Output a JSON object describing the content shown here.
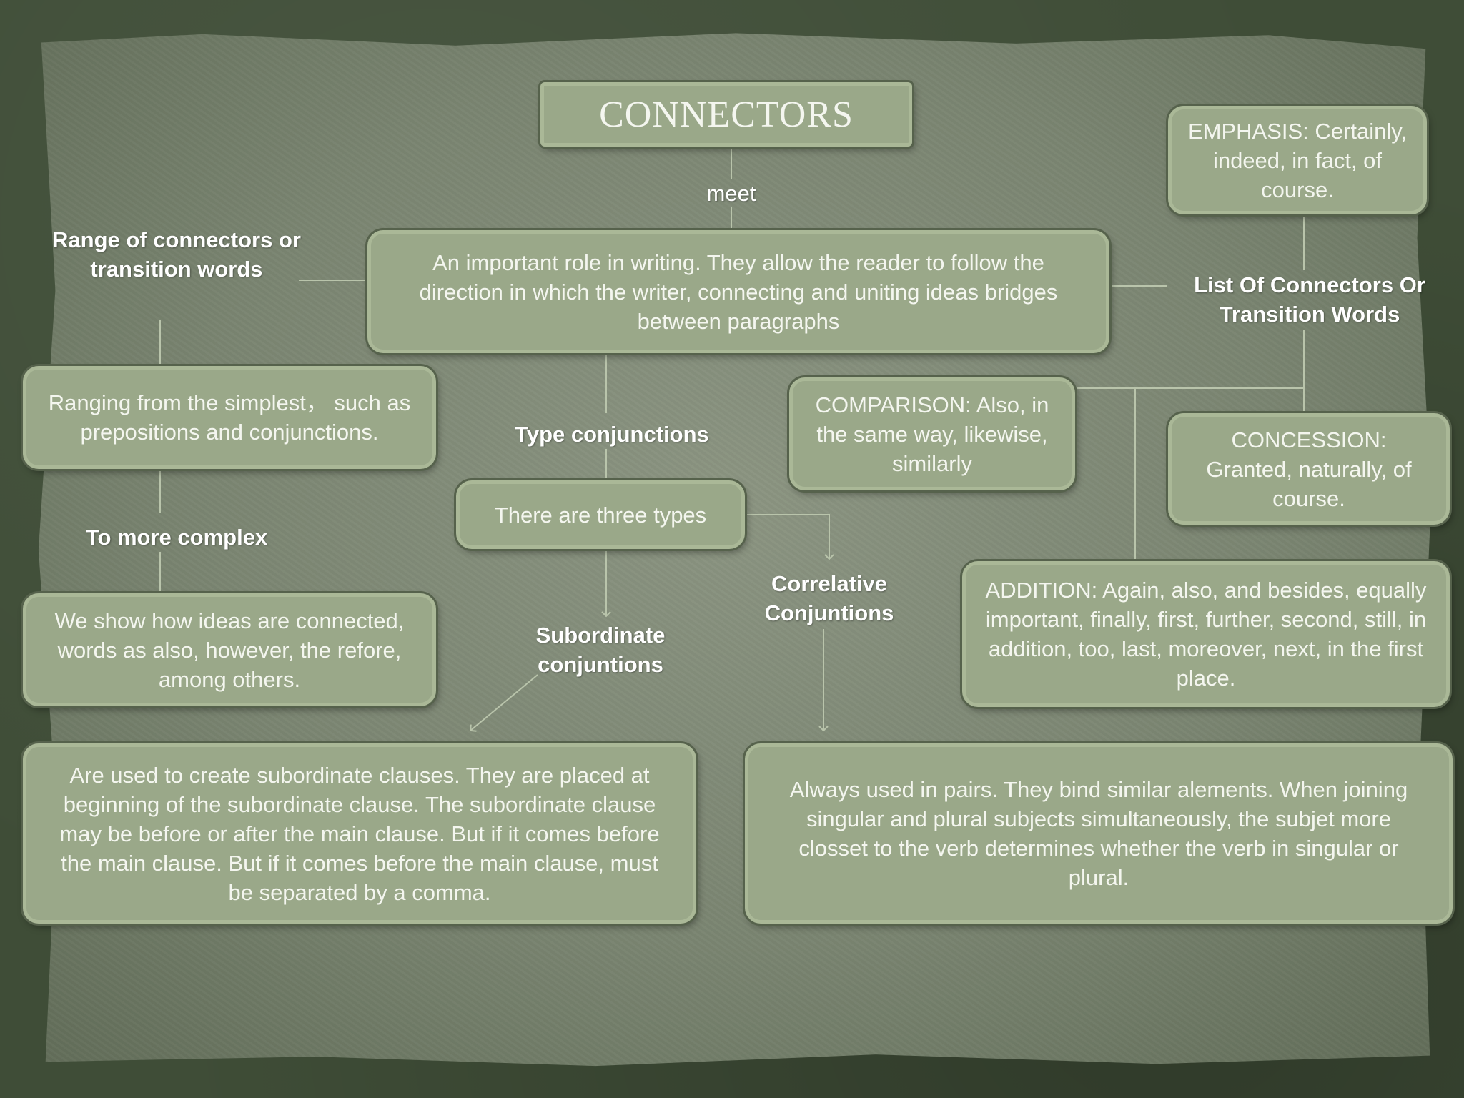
{
  "title": "CONNECTORS",
  "link_meet": "meet",
  "central": "An important role in writing. They allow the reader  to follow the direction in which the  writer, connecting and uniting ideas bridges between paragraphs",
  "range_label": "Range of connectors or transition words",
  "simplest": "Ranging from the simplest， such as prepositions and conjunctions.",
  "more_complex_label": "To more complex",
  "complex": "We show how ideas are connected, words as also, however, the refore, among others.",
  "type_label": "Type conjunctions",
  "three_types": "There are three  types",
  "subordinate_label": "Subordinate conjuntions",
  "correlative_label": "Correlative Conjuntions",
  "subordinate_desc": "Are used to create subordinate  clauses. They are placed at beginning of the subordinate clause. The subordinate clause may be before or after the main clause. But if it comes before the main clause. But if it comes before the main clause, must be separated by a comma.",
  "correlative_desc": "Always  used in pairs. They bind similar alements. When joining singular and plural subjects simultaneously, the subjet more  closset  to the verb determines whether  the verb in singular or plural.",
  "list_label": "List  Of Connectors Or Transition Words",
  "emphasis": "EMPHASIS: Certainly, indeed, in fact, of course.",
  "comparison": "COMPARISON: Also, in the same way, likewise, similarly",
  "concession": "CONCESSION: Granted, naturally, of course.",
  "addition": "ADDITION: Again, also, and besides, equally important, finally, first, further, second, still, in addition, too, last, moreover, next, in the first place.",
  "colors": {
    "box_fill": "#9aa889",
    "box_border": "#aab897",
    "paper": "#7f8a75",
    "frame": "#3f4d37",
    "line": "#b9c4ab",
    "text": "#f4f6ef"
  }
}
